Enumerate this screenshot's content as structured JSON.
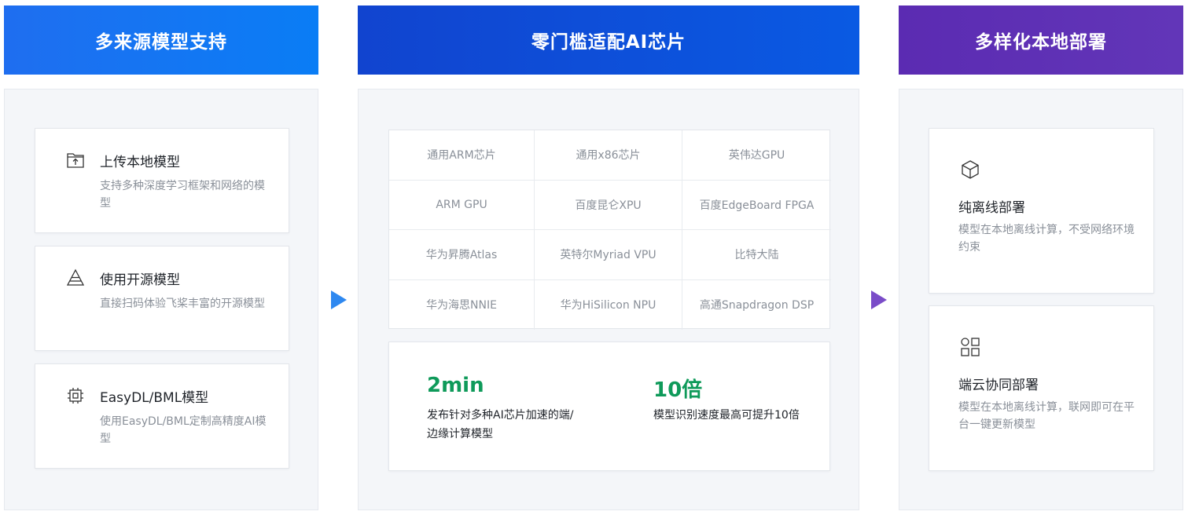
{
  "columns": [
    {
      "title": "多来源模型支持",
      "color": "#0a7df5"
    },
    {
      "title": "零门槛适配AI芯片",
      "color": "#0a5ae3"
    },
    {
      "title": "多样化本地部署",
      "color": "#6236b8"
    }
  ],
  "model_sources": [
    {
      "icon": "folder-upload-icon",
      "title": "上传本地模型",
      "desc": "支持多种深度学习框架和网络的模型"
    },
    {
      "icon": "pyramid-icon",
      "title": "使用开源模型",
      "desc": "直接扫码体验飞桨丰富的开源模型"
    },
    {
      "icon": "chip-icon",
      "title": "EasyDL/BML模型",
      "desc": "使用EasyDL/BML定制高精度AI模型"
    }
  ],
  "chips": [
    "通用ARM芯片",
    "通用x86芯片",
    "英伟达GPU",
    "ARM GPU",
    "百度昆仑XPU",
    "百度EdgeBoard FPGA",
    "华为昇腾Atlas",
    "英特尔Myriad VPU",
    "比特大陆",
    "华为海思NNIE",
    "华为HiSilicon NPU",
    "高通Snapdragon DSP"
  ],
  "stats": [
    {
      "value": "2min",
      "desc": "发布针对多种AI芯片加速的端/边缘计算模型"
    },
    {
      "value": "10倍",
      "desc": "模型识别速度最高可提升10倍"
    }
  ],
  "deployments": [
    {
      "icon": "cube-icon",
      "title": "纯离线部署",
      "desc": "模型在本地离线计算，不受网络环境约束"
    },
    {
      "icon": "grid-apps-icon",
      "title": "端云协同部署",
      "desc": "模型在本地离线计算，联网即可在平台一键更新模型"
    }
  ],
  "colors": {
    "stat_green": "#0f9a5a",
    "arrow_blue": "#2e88f0",
    "arrow_purple": "#7a4cc8"
  }
}
